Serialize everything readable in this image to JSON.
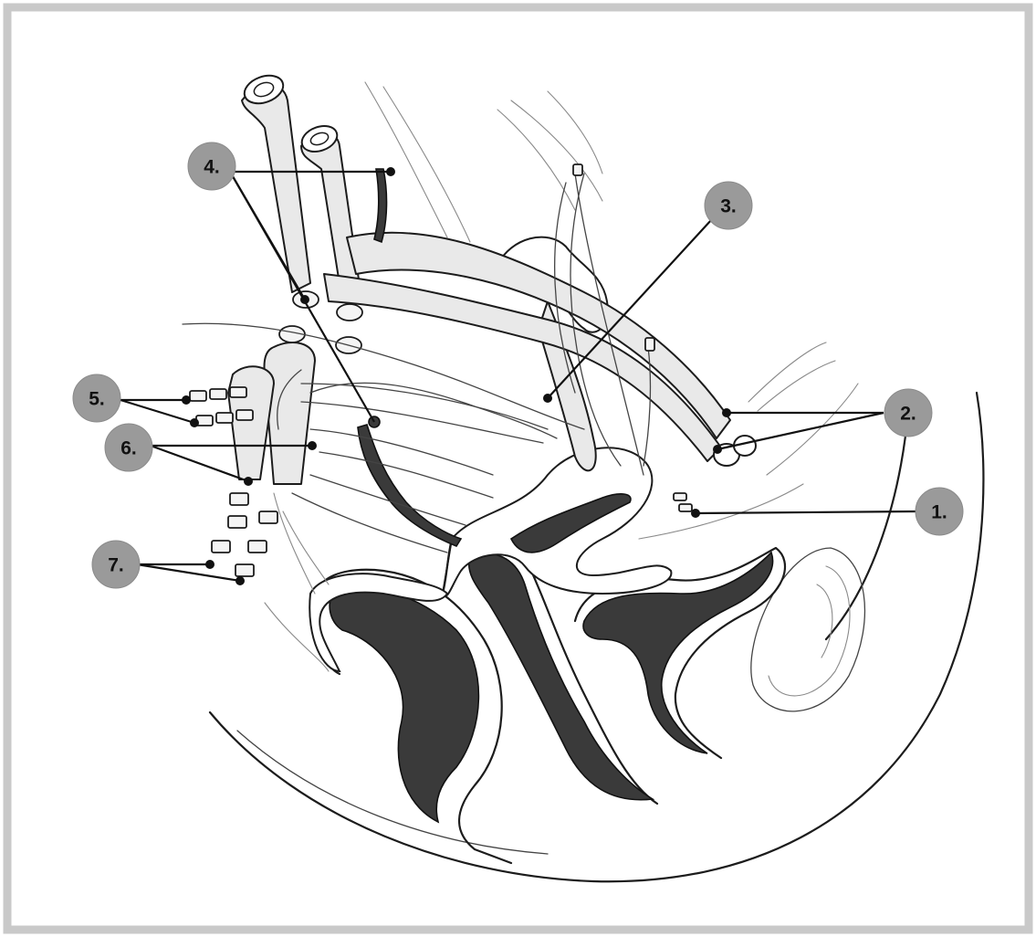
{
  "figure": {
    "labels": [
      {
        "id": "1",
        "text": "1."
      },
      {
        "id": "2",
        "text": "2."
      },
      {
        "id": "3",
        "text": "3."
      },
      {
        "id": "4",
        "text": "4."
      },
      {
        "id": "5",
        "text": "5."
      },
      {
        "id": "6",
        "text": "6."
      },
      {
        "id": "7",
        "text": "7."
      }
    ],
    "colors": {
      "frame": "#c9c9c9",
      "badge": "#9a9a9a",
      "ink": "#1c1c1c"
    }
  }
}
